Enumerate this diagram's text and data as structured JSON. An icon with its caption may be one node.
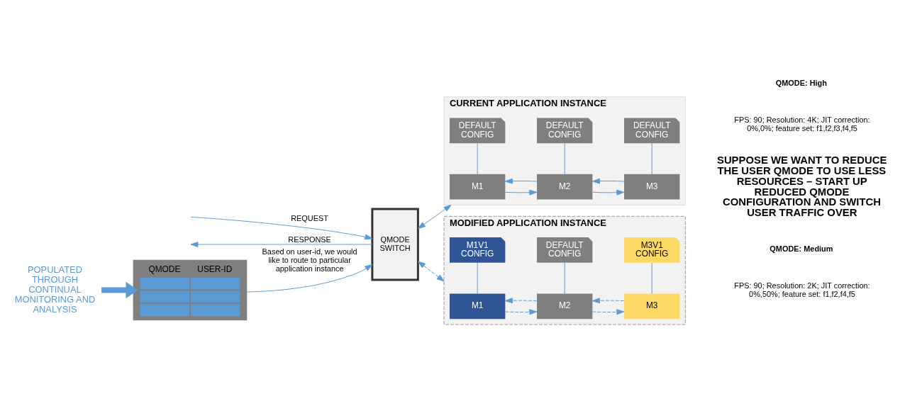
{
  "diagram": {
    "nodes": [
      {
        "text": [
          "QMODE",
          "USER-ID"
        ]
      },
      {
        "text": [
          "POPULATED THROUGH CONTINUAL MONITORING AND ANALYSIS"
        ]
      },
      {
        "text": [
          "QMODE SWITCH"
        ]
      },
      {
        "text": [
          "CURRENT APPLICATION INSTANCE"
        ]
      },
      {
        "text": [
          "M1"
        ],
        "in": 3
      },
      {
        "text": [
          "M2"
        ],
        "in": 3
      },
      {
        "text": [
          "M3"
        ],
        "in": 3
      },
      {
        "text": [
          "DEFAULT CONFIG"
        ],
        "in": 3
      },
      {
        "text": [
          "DEFAULT CONFIG"
        ],
        "in": 3
      },
      {
        "text": [
          "DEFAULT CONFIG"
        ],
        "in": 3
      },
      {
        "text": [
          "MODIFIED APPLICATION INSTANCE"
        ]
      },
      {
        "text": [
          "M1"
        ],
        "in": 10
      },
      {
        "text": [
          "M2"
        ],
        "in": 10
      },
      {
        "text": [
          "M3"
        ],
        "in": 10
      },
      {
        "text": [
          "M1V1 CONFIG"
        ],
        "in": 10
      },
      {
        "text": [
          "DEFAULT CONFIG"
        ],
        "in": 10
      },
      {
        "text": [
          "M3V1 CONFIG"
        ],
        "in": 10
      }
    ],
    "edges": [
      {
        "from": 1,
        "to": 0,
        "arrow": "to",
        "style": "thick"
      },
      {
        "from": 0,
        "to": 2,
        "arrow": "to",
        "label": "Based on user-id, we would like to route to particular application instance"
      },
      {
        "from": null,
        "to": 2,
        "arrow": "to",
        "label": "REQUEST"
      },
      {
        "from": 2,
        "to": null,
        "arrow": "to",
        "label": "RESPONSE"
      },
      {
        "from": 2,
        "to": 3,
        "arrow": "both"
      },
      {
        "from": 2,
        "to": 10,
        "arrow": "both",
        "style": "dashed"
      },
      {
        "from": 4,
        "to": 5,
        "arrow": "to"
      },
      {
        "from": 5,
        "to": 4,
        "arrow": "to"
      },
      {
        "from": 5,
        "to": 6,
        "arrow": "to"
      },
      {
        "from": 6,
        "to": 5,
        "arrow": "to"
      },
      {
        "from": 4,
        "to": 7,
        "arrow": "none"
      },
      {
        "from": 5,
        "to": 8,
        "arrow": "none"
      },
      {
        "from": 6,
        "to": 9,
        "arrow": "none"
      },
      {
        "from": 11,
        "to": 12,
        "arrow": "to",
        "style": "dashed"
      },
      {
        "from": 12,
        "to": 11,
        "arrow": "to",
        "style": "dashed"
      },
      {
        "from": 12,
        "to": 13,
        "arrow": "to",
        "style": "dashed"
      },
      {
        "from": 13,
        "to": 12,
        "arrow": "to",
        "style": "dashed"
      },
      {
        "from": 11,
        "to": 14,
        "arrow": "none"
      },
      {
        "from": 12,
        "to": 15,
        "arrow": "none"
      },
      {
        "from": 13,
        "to": 16,
        "arrow": "none"
      }
    ],
    "labels": [
      "QMODE: High",
      "FPS: 90; Resolution: 4K; JIT correction: 0%,0%; feature set: f1,f2,f3,f4,f5",
      "SUPPOSE WE WANT TO REDUCE THE USER QMODE TO USE LESS RESOURCES – START UP REDUCED QMODE CONFIGURATION AND SWITCH USER TRAFFIC OVER",
      "QMODE: Medium",
      "FPS: 90; Resolution: 2K; JIT correction: 0%,50%; feature set: f1,f2,f4,f5"
    ]
  }
}
